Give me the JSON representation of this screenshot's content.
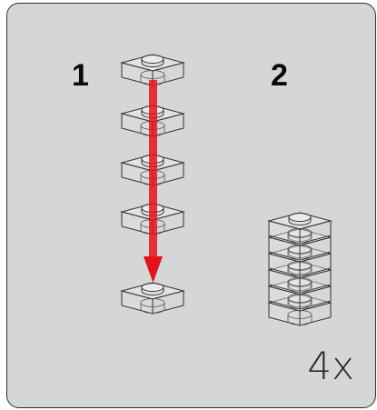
{
  "instruction": {
    "steps": [
      {
        "number": "1"
      },
      {
        "number": "2"
      }
    ],
    "quantity": "4x",
    "part": "transparent-1x1-plate",
    "colors": {
      "panel_background": "#d5d6d7",
      "panel_border": "#2e2e2e",
      "arrow": "#e0141b",
      "brick_outline": "#333333"
    }
  }
}
